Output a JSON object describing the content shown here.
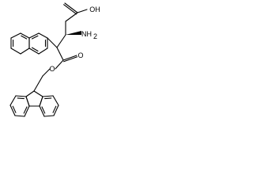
{
  "molecule": {
    "atom_labels": {
      "carboxylic_acid": "OH",
      "amine": "NH",
      "amine_subscript": "2",
      "carbonyl_oxygen": "O",
      "ester_oxygen": "O"
    },
    "stereo_mark": "wedge"
  },
  "colors": {
    "bond": "#000000",
    "label": "#000000",
    "background": "#ffffff"
  }
}
